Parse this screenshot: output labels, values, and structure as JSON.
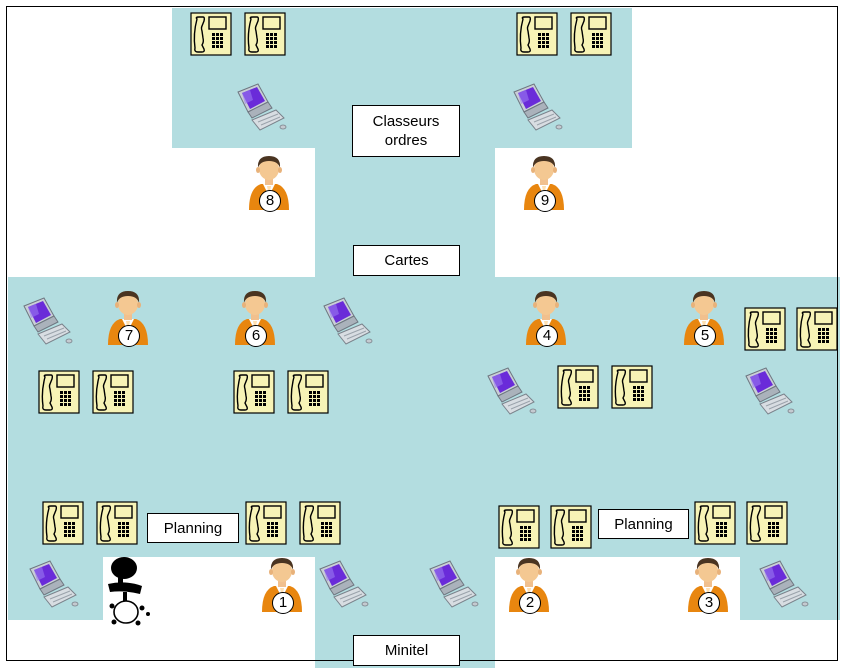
{
  "labels": {
    "classeurs": "Classeurs\nordres",
    "cartes": "Cartes",
    "planning_left": "Planning",
    "planning_right": "Planning",
    "minitel": "Minitel"
  },
  "operators": [
    "1",
    "2",
    "3",
    "4",
    "5",
    "6",
    "7",
    "8",
    "9"
  ],
  "icons": {
    "phone": "desk-phone-icon",
    "computer": "computer-workstation-icon",
    "person": "operator-person-icon",
    "chair": "office-chair-icon"
  },
  "colors": {
    "zone": "#b3dde0",
    "phone_fill": "#f7f3b6",
    "person_body": "#e8860f",
    "monitor_screen": "#6a2bd9",
    "border": "#000000"
  }
}
